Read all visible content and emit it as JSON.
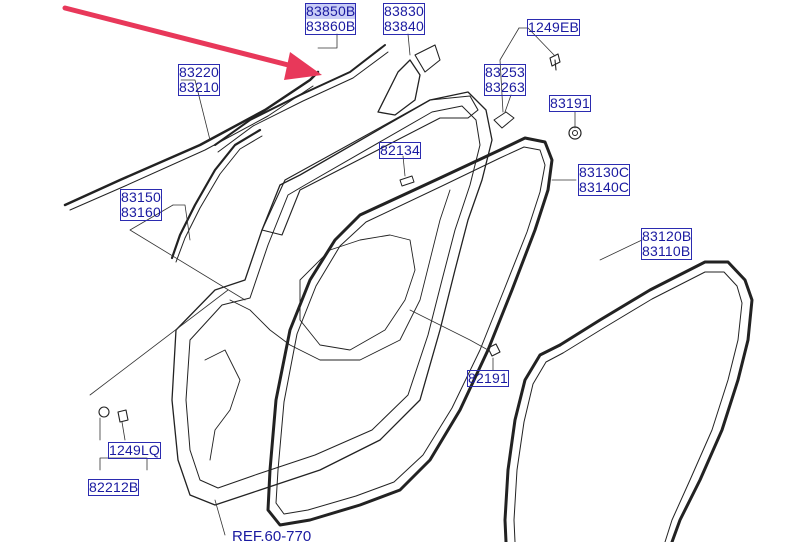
{
  "parts": {
    "p83850": {
      "line1": "83850B",
      "line2": "83860B"
    },
    "p83830": {
      "line1": "83830",
      "line2": "83840"
    },
    "p1249eb": {
      "line1": "1249EB"
    },
    "p83220": {
      "line1": "83220",
      "line2": "83210"
    },
    "p83253": {
      "line1": "83253",
      "line2": "83263"
    },
    "p83191": {
      "line1": "83191"
    },
    "p82134": {
      "line1": "82134"
    },
    "p83130": {
      "line1": "83130C",
      "line2": "83140C"
    },
    "p83150": {
      "line1": "83150",
      "line2": "83160"
    },
    "p83120": {
      "line1": "83120B",
      "line2": "83110B"
    },
    "p82191": {
      "line1": "82191"
    },
    "p1249lq": {
      "line1": "1249LQ"
    },
    "p82212": {
      "line1": "82212B"
    },
    "ref": {
      "text": "REF.60-770"
    }
  },
  "colors": {
    "label_text": "#1a1aa0",
    "label_border": "#2b2bb0",
    "highlight": "#c9cdf6",
    "arrow": "#e8385a",
    "drawing": "#222222"
  }
}
